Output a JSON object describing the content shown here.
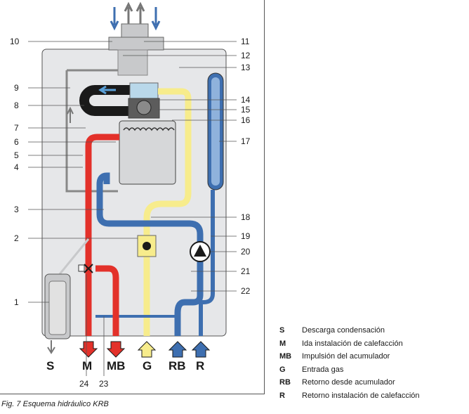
{
  "diagram": {
    "callouts_left": [
      "10",
      "9",
      "8",
      "7",
      "6",
      "5",
      "4",
      "3",
      "2",
      "1"
    ],
    "callouts_right": [
      "11",
      "12",
      "13",
      "14",
      "15",
      "16",
      "17",
      "18",
      "19",
      "20",
      "21",
      "22"
    ],
    "callouts_bottom": [
      "24",
      "23"
    ],
    "connections": [
      "S",
      "M",
      "MB",
      "G",
      "RB",
      "R"
    ],
    "colors": {
      "casing": "#e6e7e9",
      "flow_red": "#e3312a",
      "return_blue": "#3e6fb0",
      "gas_yellow": "#f7ec8c",
      "flue_grey": "#c8c9cb",
      "exhaust_black": "#1a1a1a"
    }
  },
  "legend": [
    {
      "key": "S",
      "text": "Descarga condensación"
    },
    {
      "key": "M",
      "text": "Ida instalación de calefacción"
    },
    {
      "key": "MB",
      "text": "Impulsión del acumulador"
    },
    {
      "key": "G",
      "text": "Entrada gas"
    },
    {
      "key": "RB",
      "text": "Retorno desde acumulador"
    },
    {
      "key": "R",
      "text": "Retorno instalación de calefacción"
    }
  ],
  "caption": "Fig. 7 Esquema hidráulico KRB"
}
